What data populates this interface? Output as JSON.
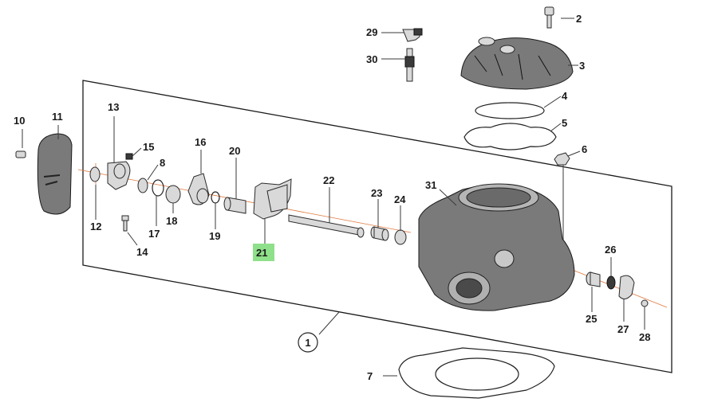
{
  "highlight_color": "#8fe08a",
  "axis_color": "#e0773a",
  "callouts": {
    "c1": "1",
    "c2": "2",
    "c3": "3",
    "c4": "4",
    "c5": "5",
    "c6": "6",
    "c7": "7",
    "c8": "8",
    "c10": "10",
    "c11": "11",
    "c12": "12",
    "c13": "13",
    "c14": "14",
    "c15": "15",
    "c16": "16",
    "c17": "17",
    "c18": "18",
    "c19": "19",
    "c20": "20",
    "c21": "21",
    "c22": "22",
    "c23": "23",
    "c24": "24",
    "c25": "25",
    "c26": "26",
    "c27": "27",
    "c28": "28",
    "c29": "29",
    "c30": "30",
    "c31": "31"
  },
  "highlighted_part": "21"
}
